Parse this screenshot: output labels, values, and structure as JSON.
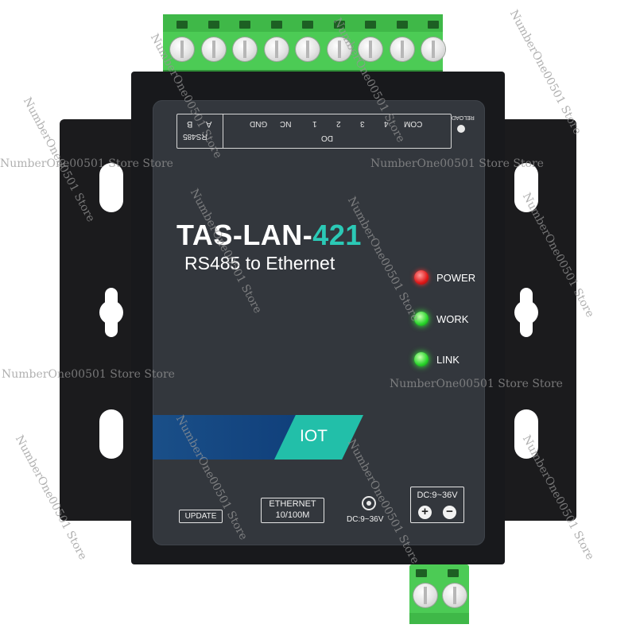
{
  "product": {
    "model_prefix": "TAS-LAN-",
    "model_number": "421",
    "subtitle": "RS485 to Ethernet",
    "band_label": "IOT"
  },
  "terminal_strip": {
    "rs485_label": "RS485",
    "rs485_pins": [
      "B",
      "A"
    ],
    "do_label": "DO",
    "do_pins": [
      "GND",
      "NC",
      "1",
      "2",
      "3",
      "4",
      "COM"
    ],
    "reload_label": "RELOAD"
  },
  "indicators": [
    {
      "label": "POWER",
      "color": "#e01818"
    },
    {
      "label": "WORK",
      "color": "#28d52a"
    },
    {
      "label": "LINK",
      "color": "#28d52a"
    }
  ],
  "bottom_labels": {
    "update": "UPDATE",
    "ethernet_line1": "ETHERNET",
    "ethernet_line2": "10/100M",
    "dc_jack": "DC:9~36V",
    "dc_terminal": "DC:9~36V",
    "plus": "+",
    "minus": "−"
  },
  "watermark": "NumberOne00501 Store",
  "watermark_double": "NumberOne00501 Store Store",
  "colors": {
    "accent_teal": "#2bc9b6",
    "band_blue": "#0f3e7a",
    "terminal_green": "#4ccb55"
  }
}
